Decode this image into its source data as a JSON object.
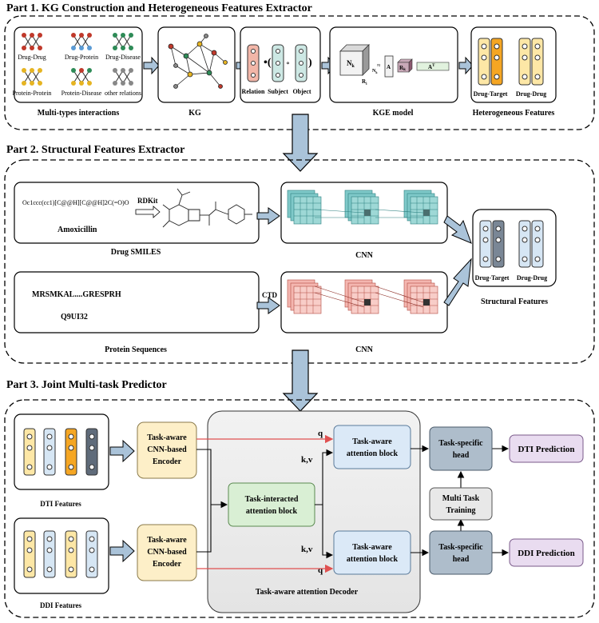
{
  "part1": {
    "title": "Part 1. KG Construction and Heterogeneous Features Extractor",
    "interactions": [
      "Drug-Drug",
      "Drug-Protein",
      "Drug-Disease",
      "Protein-Protein",
      "Protein-Disease",
      "other relations"
    ],
    "interactions_label": "Multi-types interactions",
    "kg_label": "KG",
    "triple_labels": [
      "Relation",
      "Subject",
      "Object"
    ],
    "kge_label": "KGE model",
    "kge_symbols": {
      "nk": "N",
      "nk_sub": "k",
      "ri": "R",
      "ri_sub": "i",
      "a": "A",
      "rk": "R",
      "rk_sub": "k",
      "at": "A",
      "at_sup": "T",
      "nu": "N",
      "nu_sub": "k"
    },
    "hetero_labels": [
      "Drug-Target",
      "Drug-Drug"
    ],
    "hetero_title": "Heterogeneous Features"
  },
  "part2": {
    "title": "Part 2. Structural Features Extractor",
    "smiles": "Oc1ccc(cc1)[C@@H][C@@H]2C(=O)O",
    "rdkit": "RDKit",
    "drug_name": "Amoxicillin",
    "drug_section": "Drug SMILES",
    "cnn_top": "CNN",
    "protein_seq": "MRSMKAL....GRESPRH",
    "protein_id": "Q9UI32",
    "ctd": "CTD",
    "protein_section": "Protein Sequences",
    "cnn_bottom": "CNN",
    "struct_labels": [
      "Drug-Target",
      "Drug-Drug"
    ],
    "struct_title": "Structural Features"
  },
  "part3": {
    "title": "Part 3. Joint Multi-task Predictor",
    "dti_features": "DTI Features",
    "ddi_features": "DDI Features",
    "encoder_top": [
      "Task-aware",
      "CNN-based",
      "Encoder"
    ],
    "encoder_bottom": [
      "Task-aware",
      "CNN-based",
      "Encoder"
    ],
    "interacted": [
      "Task-interacted",
      "attention block"
    ],
    "attn_top": [
      "Task-aware",
      "attention block"
    ],
    "attn_bottom": [
      "Task-aware",
      "attention block"
    ],
    "q_top": "q",
    "kv_top": "k,v",
    "kv_bottom": "k,v",
    "q_bottom": "q",
    "head_top": [
      "Task-specific",
      "head"
    ],
    "head_bottom": [
      "Task-specific",
      "head"
    ],
    "multitask": [
      "Multi Task",
      "Training"
    ],
    "dti_pred": "DTI Prediction",
    "ddi_pred": "DDI Prediction",
    "decoder_label": "Task-aware attention Decoder"
  },
  "colors": {
    "yellow": "#fde7a6",
    "orange": "#f5a623",
    "slate": "#5f6b7a",
    "lightblue": "#d6e6f4",
    "encoder": "#fdefc8",
    "green": "#d9efd4",
    "attn": "#dbe9f7",
    "head": "#aebdcb",
    "pred": "#e9dcf0",
    "arrow": "#aac3d9",
    "red": "#e05050"
  }
}
